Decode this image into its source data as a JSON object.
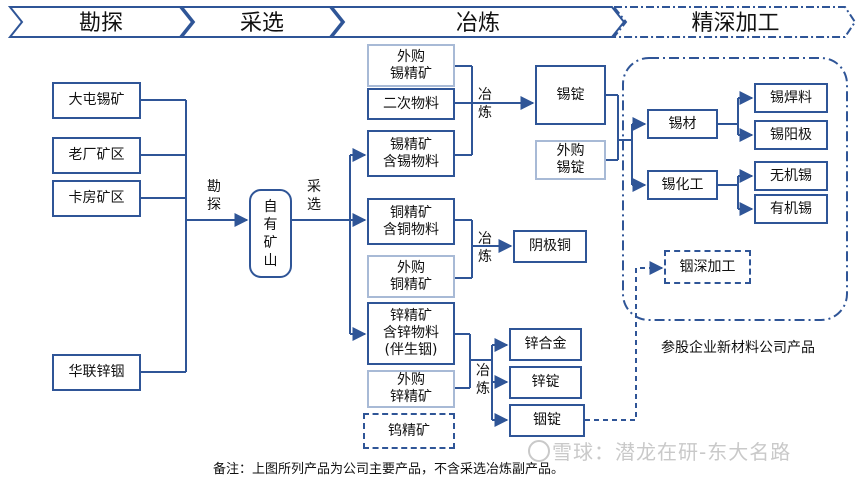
{
  "stages": [
    "勘探",
    "采选",
    "冶炼",
    "精深加工"
  ],
  "mines": [
    "大屯锡矿",
    "老厂矿区",
    "卡房矿区",
    "华联锌铟"
  ],
  "process_labels": {
    "kantan": [
      "勘",
      "探"
    ],
    "caixuan": [
      "采",
      "选"
    ],
    "yelian": [
      "冶",
      "炼"
    ]
  },
  "own_mine": [
    "自",
    "有",
    "矿",
    "山"
  ],
  "tin_inputs": {
    "purchased_tin_concentrate": [
      "外购",
      "锡精矿"
    ],
    "secondary_material": "二次物料",
    "tin_concentrate": [
      "锡精矿",
      "含锡物料"
    ]
  },
  "copper_inputs": {
    "copper_concentrate": [
      "铜精矿",
      "含铜物料"
    ],
    "purchased_copper_concentrate": [
      "外购",
      "铜精矿"
    ]
  },
  "zinc_inputs": {
    "zinc_concentrate": [
      "锌精矿",
      "含锌物料",
      "(伴生铟)"
    ],
    "purchased_zinc_concentrate": [
      "外购",
      "锌精矿"
    ],
    "tungsten_concentrate": "钨精矿"
  },
  "products": {
    "tin_ingot": "锡锭",
    "purchased_tin_ingot": [
      "外购",
      "锡锭"
    ],
    "cathode_copper": "阴极铜",
    "zinc_alloy": "锌合金",
    "zinc_ingot": "锌锭",
    "indium_ingot": "铟锭"
  },
  "deep_processing": {
    "tin_material": "锡材",
    "tin_chemicals": "锡化工",
    "tin_solder": "锡焊料",
    "tin_anode": "锡阳极",
    "inorganic_tin": "无机锡",
    "organic_tin": "有机锡",
    "indium_deep_processing": "铟深加工",
    "group_caption": "参股企业新材料公司产品"
  },
  "note": "备注：上图所列产品为公司主要产品，不含采选冶炼副产品。",
  "watermark": "雪球：潜龙在研-东大名路",
  "colors": {
    "line": "#2f5597",
    "light_border": "#a8bad6",
    "watermark": "#c9c9c9"
  }
}
